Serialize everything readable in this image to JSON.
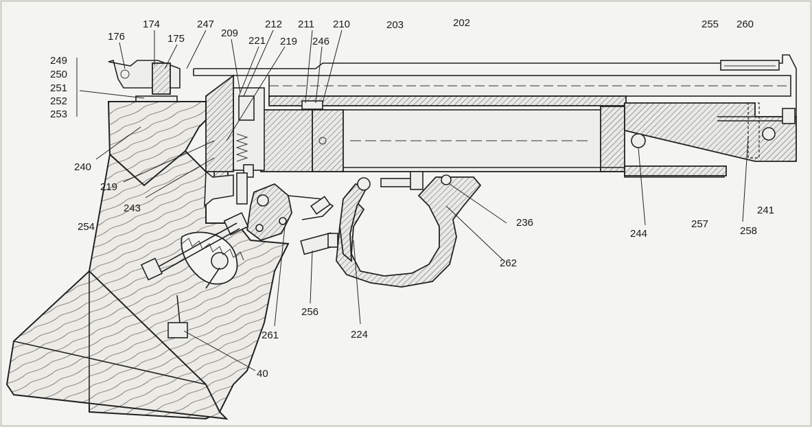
{
  "diagram": {
    "callouts": [
      {
        "id": "c176",
        "text": "176"
      },
      {
        "id": "c174",
        "text": "174"
      },
      {
        "id": "c175",
        "text": "175"
      },
      {
        "id": "c247",
        "text": "247"
      },
      {
        "id": "c209",
        "text": "209"
      },
      {
        "id": "c212",
        "text": "212"
      },
      {
        "id": "c221",
        "text": "221"
      },
      {
        "id": "c211",
        "text": "211"
      },
      {
        "id": "c219a",
        "text": "219"
      },
      {
        "id": "c210",
        "text": "210"
      },
      {
        "id": "c246",
        "text": "246"
      },
      {
        "id": "c203",
        "text": "203"
      },
      {
        "id": "c202",
        "text": "202"
      },
      {
        "id": "c255",
        "text": "255"
      },
      {
        "id": "c260",
        "text": "260"
      },
      {
        "id": "c249",
        "text": "249"
      },
      {
        "id": "c250",
        "text": "250"
      },
      {
        "id": "c251",
        "text": "251"
      },
      {
        "id": "c252",
        "text": "252"
      },
      {
        "id": "c253",
        "text": "253"
      },
      {
        "id": "c240",
        "text": "240"
      },
      {
        "id": "c219b",
        "text": "219"
      },
      {
        "id": "c243",
        "text": "243"
      },
      {
        "id": "c254",
        "text": "254"
      },
      {
        "id": "c241",
        "text": "241"
      },
      {
        "id": "c236",
        "text": "236"
      },
      {
        "id": "c244",
        "text": "244"
      },
      {
        "id": "c257",
        "text": "257"
      },
      {
        "id": "c258",
        "text": "258"
      },
      {
        "id": "c262",
        "text": "262"
      },
      {
        "id": "c256",
        "text": "256"
      },
      {
        "id": "c261",
        "text": "261"
      },
      {
        "id": "c224",
        "text": "224"
      },
      {
        "id": "c40",
        "text": "40"
      }
    ]
  }
}
